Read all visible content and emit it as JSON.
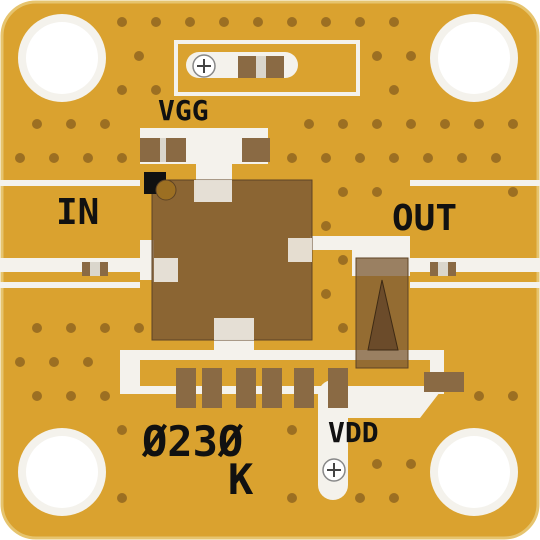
{
  "labels": {
    "vgg": "VGG",
    "in": "IN",
    "out": "OUT",
    "vdd": "VDD",
    "part_number": "Ø23Ø",
    "suffix": "K"
  },
  "colors": {
    "board": "#DAA22F",
    "copper_edge": "#B9841F",
    "via": "#9C6F22",
    "trace": "#F4F2EC",
    "pad": "#8A6A44",
    "die": "#7C5A34",
    "text": "#111111"
  },
  "icons": [
    "mounting-hole-icon",
    "via-screw-icon",
    "pin1-marker-icon",
    "capacitor-triangle-icon"
  ]
}
